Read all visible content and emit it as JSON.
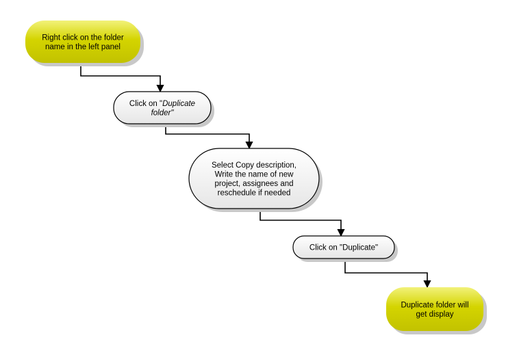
{
  "colors": {
    "terminal_fill": "#d4d400",
    "terminal_highlight": "#f2f27a",
    "process_fill": "#ffffff",
    "process_shade": "#e6e6e6",
    "stroke": "#000000",
    "shadow": "#c8c8c8"
  },
  "nodes": [
    {
      "id": "start",
      "kind": "terminal",
      "lines": [
        {
          "text": "Right click on the folder"
        },
        {
          "text": "name in the left panel"
        }
      ]
    },
    {
      "id": "step1",
      "kind": "process",
      "lines": [
        {
          "text": "Click on \"",
          "italic_tail": "Duplicate"
        },
        {
          "text": "",
          "italic_tail": "folder\""
        }
      ]
    },
    {
      "id": "step2",
      "kind": "process",
      "lines": [
        {
          "text": "Select Copy description,"
        },
        {
          "text": "Write the name of new"
        },
        {
          "text": "project, assignees and"
        },
        {
          "text": "reschedule if needed"
        }
      ]
    },
    {
      "id": "step3",
      "kind": "process",
      "lines": [
        {
          "text": "Click on \"Duplicate\""
        }
      ]
    },
    {
      "id": "end",
      "kind": "terminal",
      "lines": [
        {
          "text": "Duplicate folder will"
        },
        {
          "text": "get display"
        }
      ]
    }
  ],
  "connectors": [
    {
      "from": "start",
      "to": "step1"
    },
    {
      "from": "step1",
      "to": "step2"
    },
    {
      "from": "step2",
      "to": "step3"
    },
    {
      "from": "step3",
      "to": "end"
    }
  ]
}
